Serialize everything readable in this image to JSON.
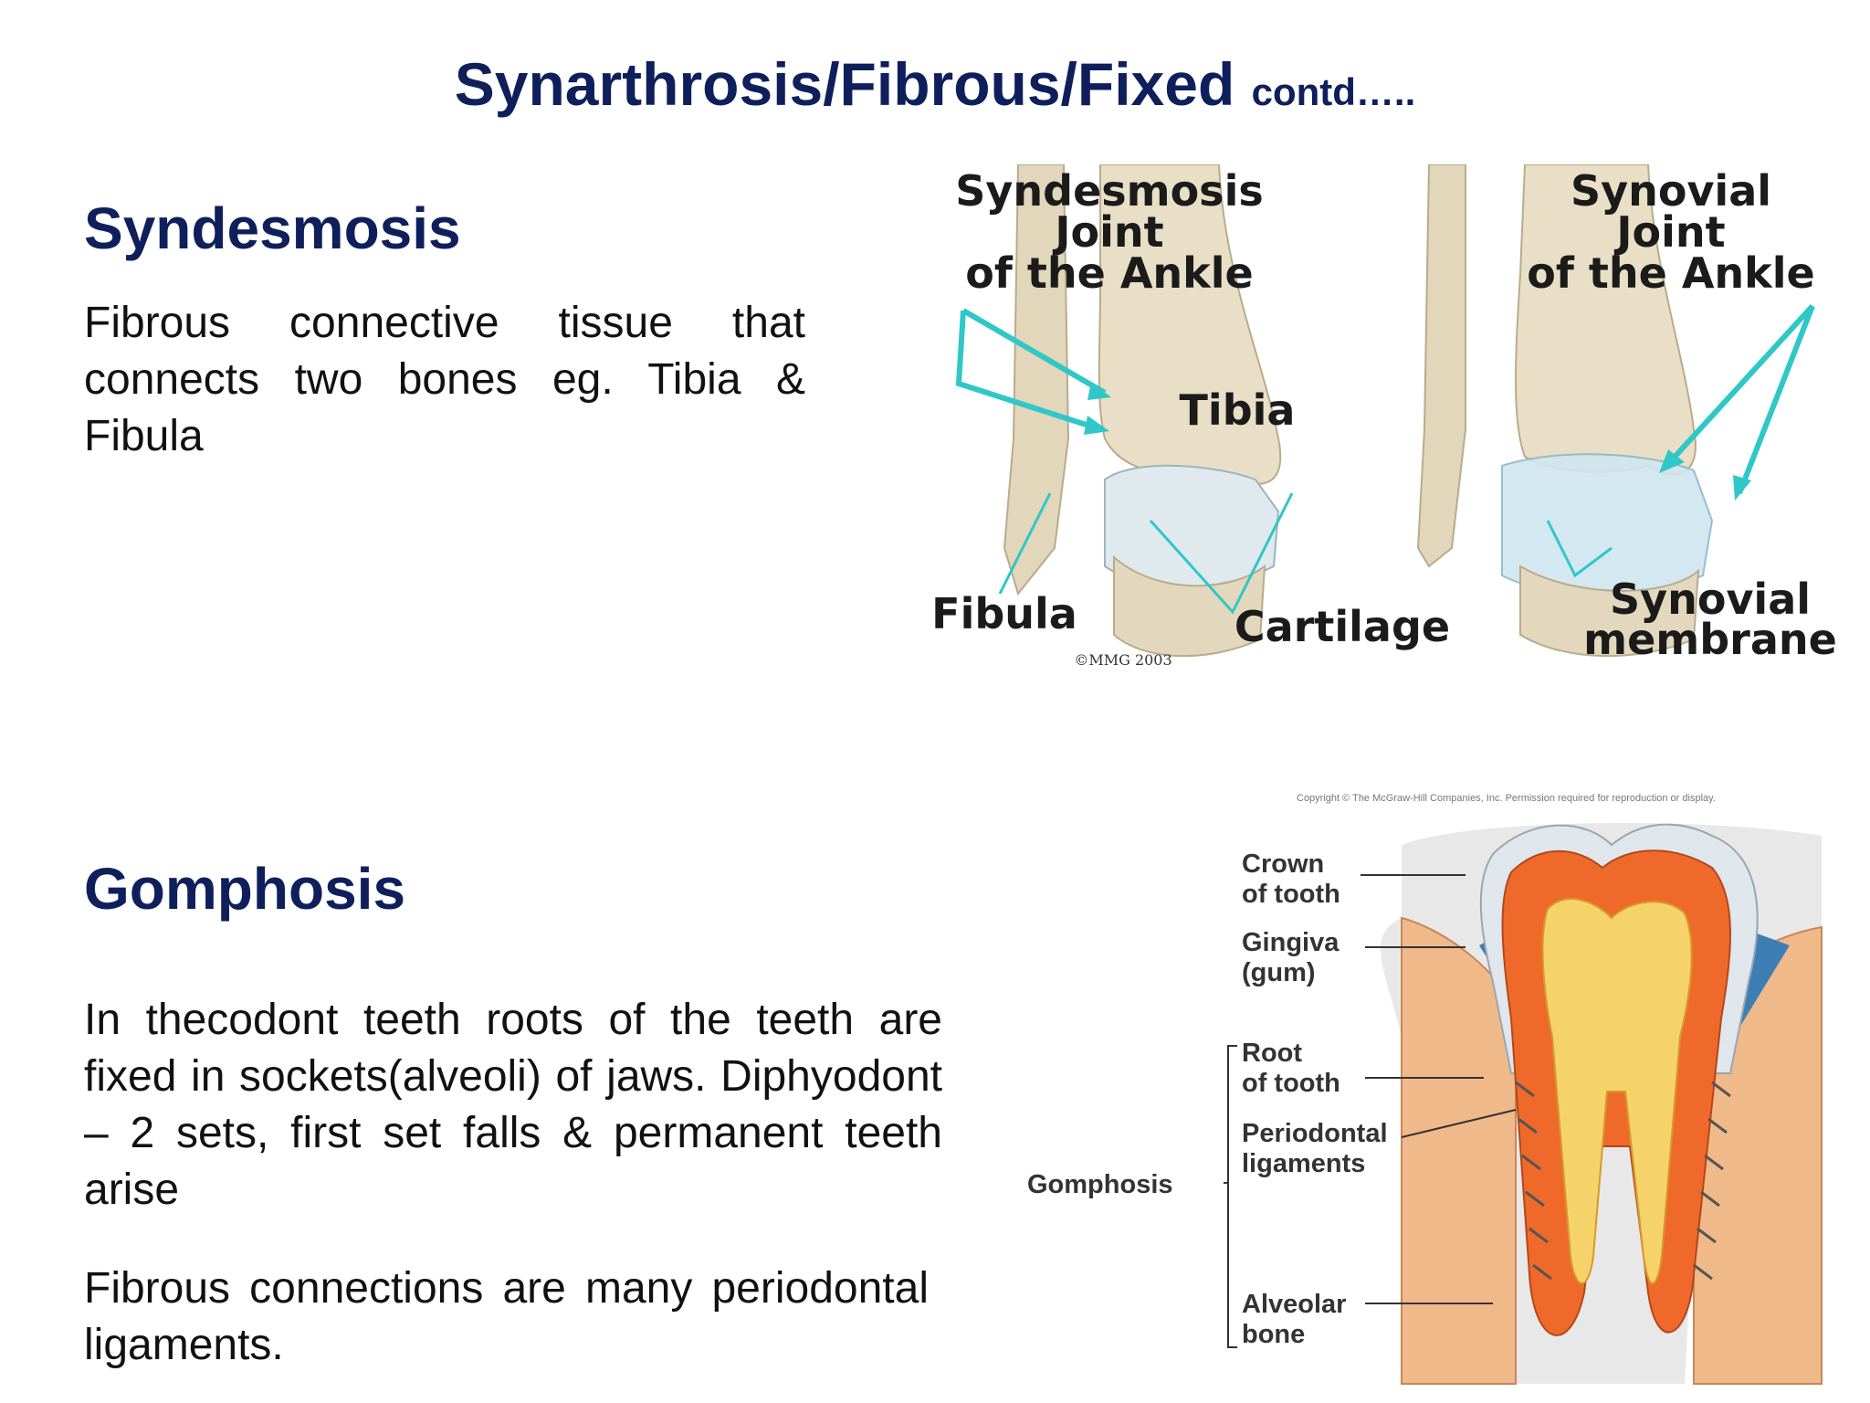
{
  "title": {
    "main": "Synarthrosis/Fibrous/Fixed",
    "suffix": "contd….."
  },
  "syndesmosis": {
    "heading": "Syndesmosis",
    "text": "Fibrous connective tissue that connects two bones eg. Tibia & Fibula"
  },
  "gomphosis": {
    "heading": "Gomphosis",
    "text1": "In thecodont teeth roots of the teeth are fixed in sockets(alveoli) of jaws. Diphyodont – 2 sets, first set falls & permanent teeth arise",
    "text2": "Fibrous connections are many periodontal ligaments."
  },
  "ankle_figure": {
    "left_title": [
      "Syndesmosis",
      "Joint",
      "of the Ankle"
    ],
    "right_title": [
      "Synovial",
      "Joint",
      "of the Ankle"
    ],
    "tibia": "Tibia",
    "fibula": "Fibula",
    "cartilage": "Cartilage",
    "synovial_membrane": [
      "Synovial",
      "membrane"
    ],
    "copyright": "©MMG 2003",
    "colors": {
      "bone": "#e6dcc4",
      "cartilage": "#dfe9ee",
      "arrow": "#2fc7c7"
    }
  },
  "tooth_figure": {
    "copyright": "Copyright © The McGraw-Hill Companies, Inc. Permission required for reproduction or display.",
    "crown": [
      "Crown",
      "of tooth"
    ],
    "gingiva": [
      "Gingiva",
      "(gum)"
    ],
    "root": [
      "Root",
      "of tooth"
    ],
    "periodontal": [
      "Periodontal",
      "ligaments"
    ],
    "alveolar": [
      "Alveolar",
      "bone"
    ],
    "gomphosis": "Gomphosis",
    "colors": {
      "dentin": "#ef6a2a",
      "pulp": "#f6d36a",
      "bone": "#f0b98a",
      "gum": "#3d7fb5"
    }
  }
}
